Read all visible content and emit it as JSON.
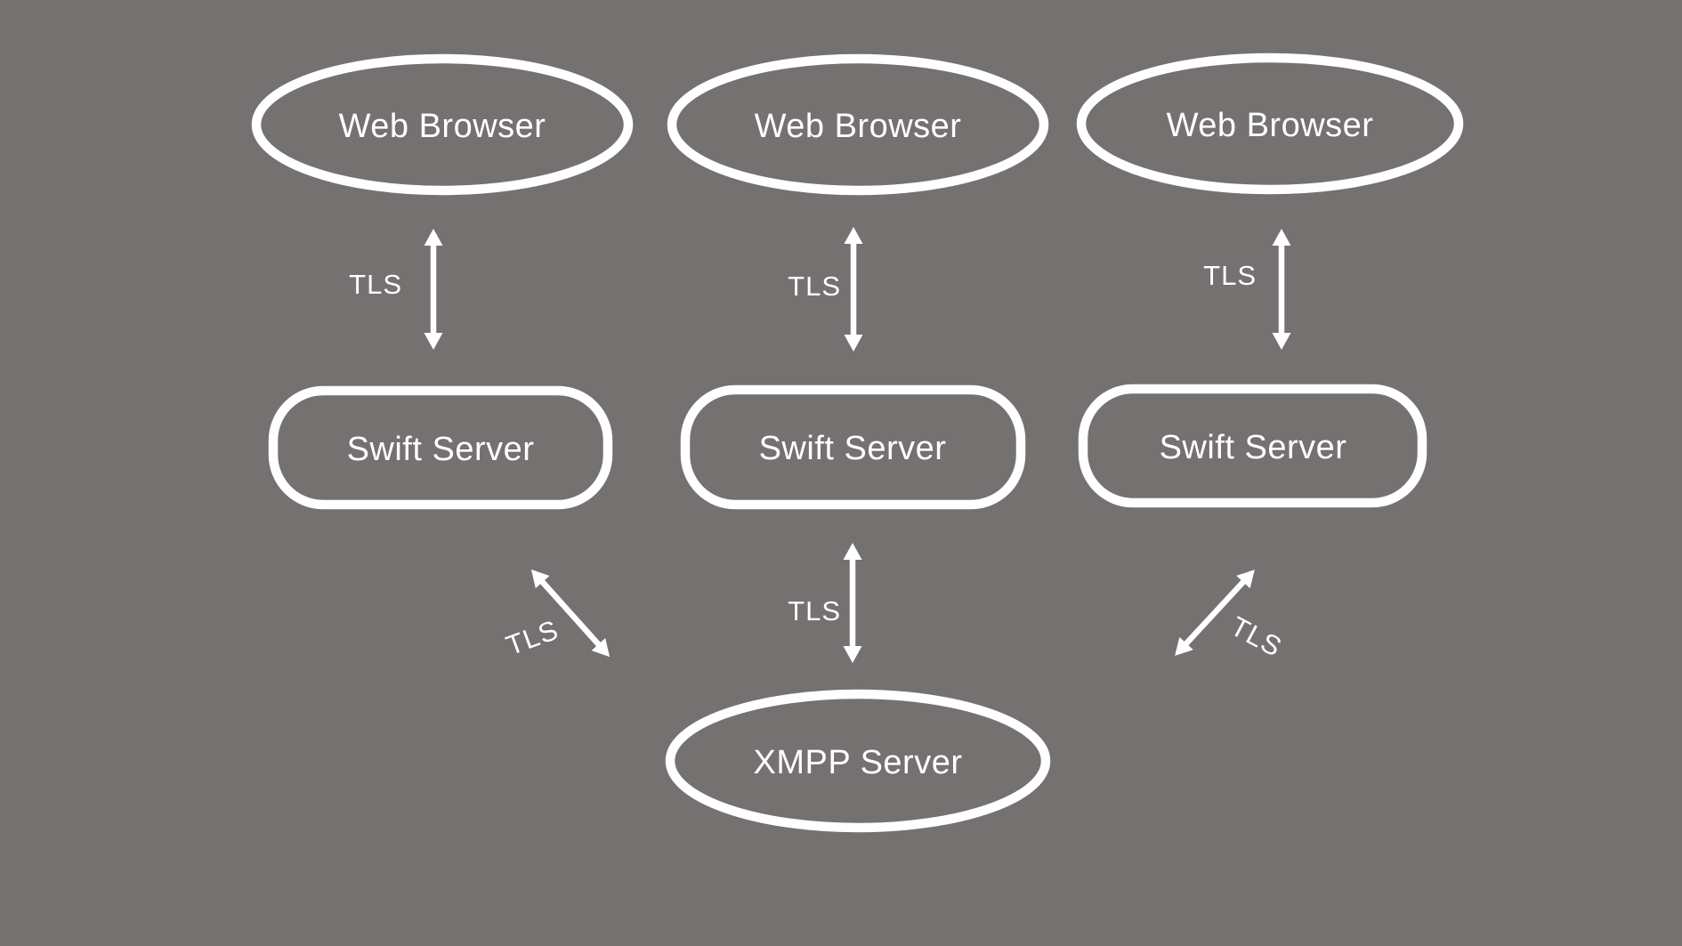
{
  "colors": {
    "background": "#757170",
    "foreground": "#ffffff"
  },
  "nodes": {
    "browser1": {
      "label": "Web Browser"
    },
    "browser2": {
      "label": "Web Browser"
    },
    "browser3": {
      "label": "Web Browser"
    },
    "swift1": {
      "label": "Swift Server"
    },
    "swift2": {
      "label": "Swift Server"
    },
    "swift3": {
      "label": "Swift Server"
    },
    "xmpp": {
      "label": "XMPP Server"
    }
  },
  "edges": {
    "b1s1": {
      "label": "TLS"
    },
    "b2s2": {
      "label": "TLS"
    },
    "b3s3": {
      "label": "TLS"
    },
    "s1x": {
      "label": "TLS"
    },
    "s2x": {
      "label": "TLS"
    },
    "s3x": {
      "label": "TLS"
    }
  }
}
